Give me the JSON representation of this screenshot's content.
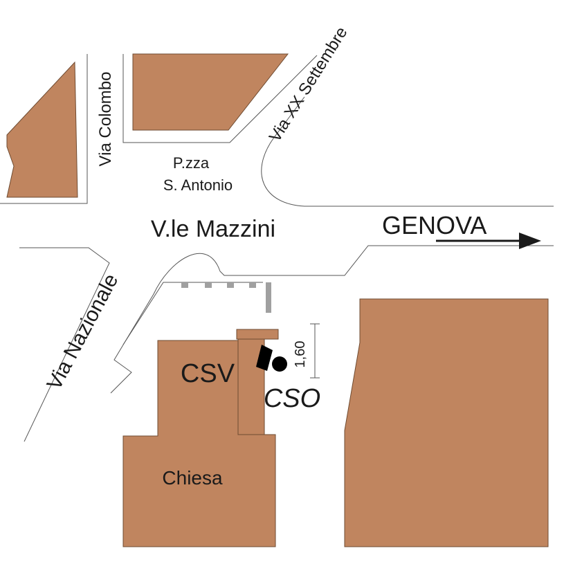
{
  "colors": {
    "building": "#c0855f",
    "street_line": "#555555",
    "marker": "#000000",
    "bollard": "#a0a0a0"
  },
  "streets": {
    "via_colombo": "Via Colombo",
    "via_xx_settembre": "Via XX Settembre",
    "piazza_line1": "P.zza",
    "piazza_line2": "S. Antonio",
    "viale_mazzini": "V.le Mazzini",
    "via_nazionale": "Via Nazionale"
  },
  "direction": {
    "label": "GENOVA",
    "icon": "arrow-right-icon"
  },
  "buildings": {
    "csv": "CSV",
    "chiesa": "Chiesa"
  },
  "station": {
    "label": "CSO",
    "icon": "camera-icon"
  },
  "dimension": {
    "value": "1,60"
  }
}
